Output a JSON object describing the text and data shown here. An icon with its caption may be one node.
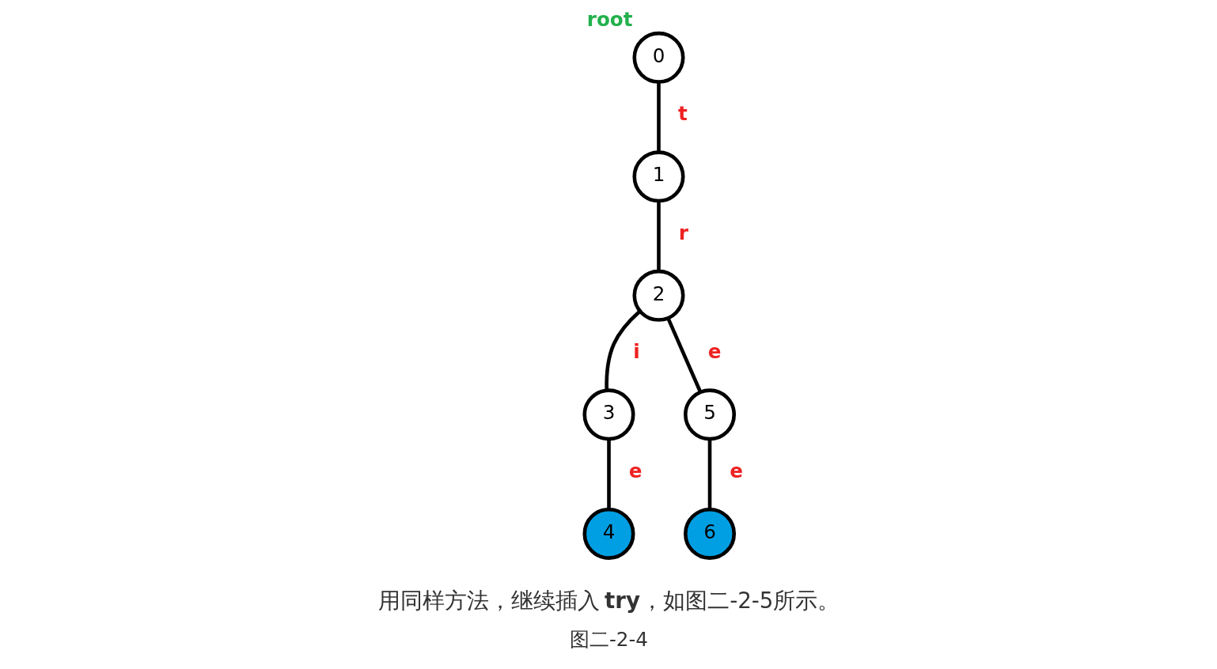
{
  "diagram": {
    "caption": "图二-2-4",
    "nodes": [
      {
        "text": [
          "0"
        ],
        "beside": [
          "root"
        ]
      },
      {
        "text": [
          "1"
        ]
      },
      {
        "text": [
          "2"
        ]
      },
      {
        "text": [
          "3"
        ]
      },
      {
        "text": [
          "4"
        ]
      },
      {
        "text": [
          "5"
        ]
      },
      {
        "text": [
          "6"
        ]
      }
    ],
    "edges": [
      {
        "from": 0,
        "to": 1,
        "arrow": "none",
        "label": "t"
      },
      {
        "from": 1,
        "to": 2,
        "arrow": "none",
        "label": "r"
      },
      {
        "from": 2,
        "to": 3,
        "arrow": "none",
        "label": "i"
      },
      {
        "from": 2,
        "to": 5,
        "arrow": "none",
        "label": "e"
      },
      {
        "from": 3,
        "to": 4,
        "arrow": "none",
        "label": "e"
      },
      {
        "from": 5,
        "to": 6,
        "arrow": "none",
        "label": "e"
      }
    ],
    "labels": [
      "用同样方法，继续插入 **try**，如图二-2-5所示。"
    ]
  }
}
